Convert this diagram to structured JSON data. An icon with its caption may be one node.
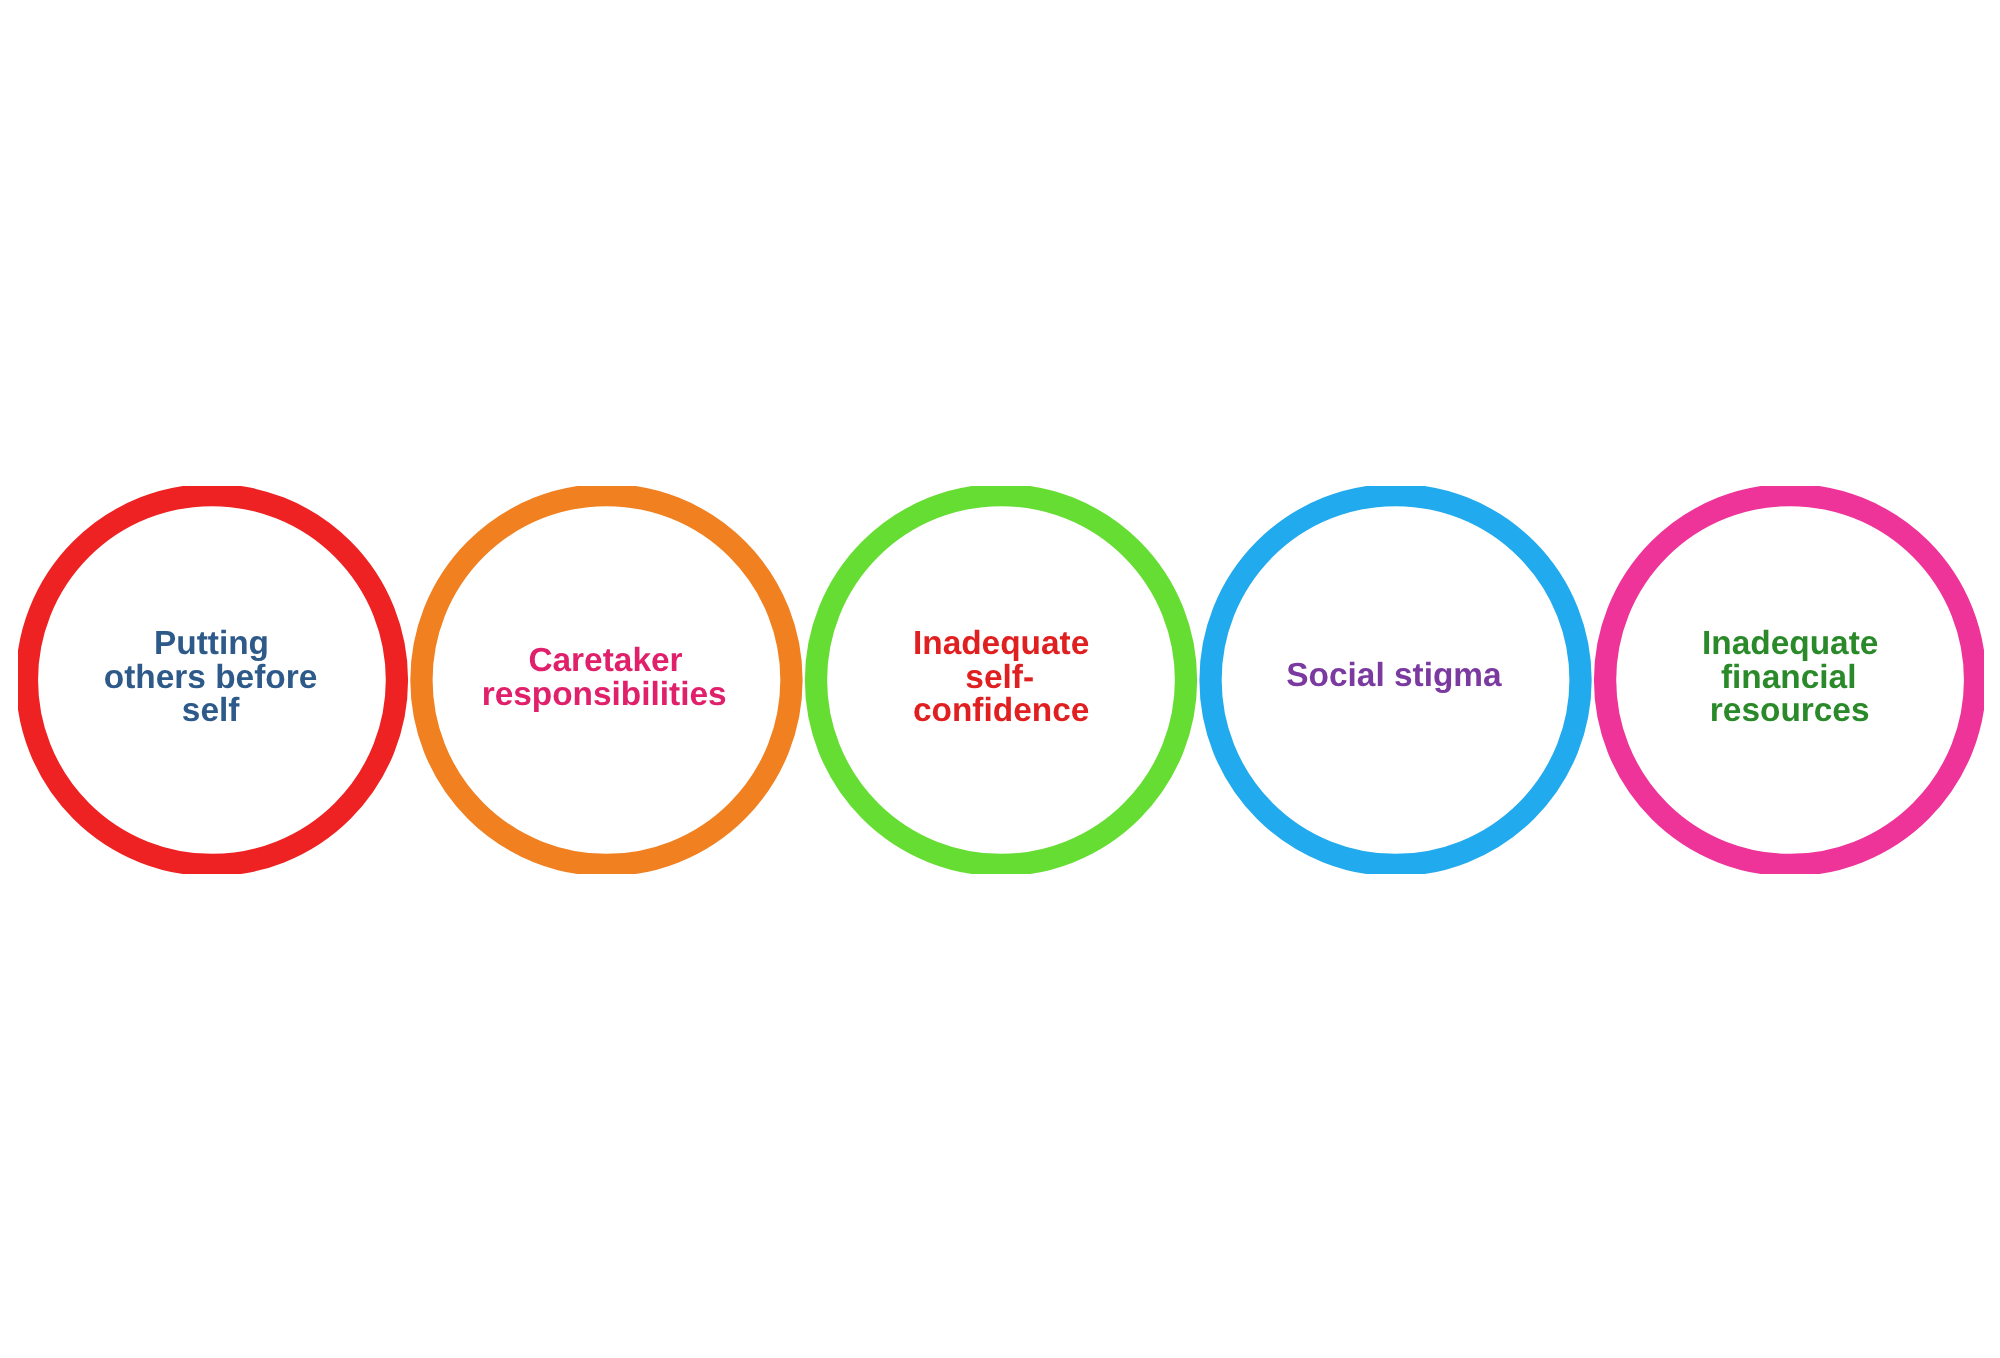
{
  "diagram": {
    "nodes": [
      {
        "text": [
          "Putting others before self"
        ]
      },
      {
        "text": [
          "Caretaker responsibilities"
        ]
      },
      {
        "text": [
          "Inadequate self-confidence"
        ]
      },
      {
        "text": [
          "Social stigma"
        ]
      },
      {
        "text": [
          "Inadequate financial resources"
        ]
      }
    ]
  }
}
